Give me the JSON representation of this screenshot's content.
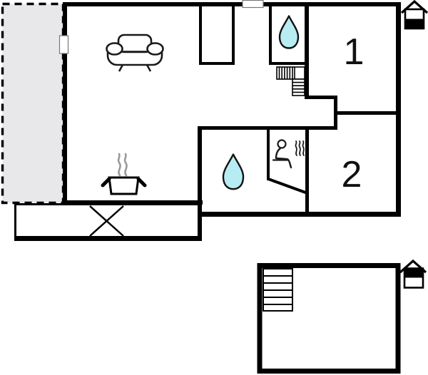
{
  "page": {
    "type": "floor-plan",
    "background": "#ffffff"
  },
  "colors": {
    "wall": "#000000",
    "terrace_fill": "#e8e8eb",
    "water_drop": "#b7edf2",
    "steam": "#9a9a9a",
    "marker_outline": "#777777"
  },
  "upper_plan": {
    "rooms": {
      "room1_label": "1",
      "room2_label": "2"
    },
    "icons": [
      "sofa-icon",
      "cooking-pot-icon",
      "steam-icon",
      "water-drop-icon",
      "water-drop-icon",
      "sauna-icon",
      "l-staircase-icon",
      "x-mark-icon",
      "window-marker",
      "door-marker",
      "house-level-icon"
    ],
    "level_indicator": "lower-level-highlighted"
  },
  "lower_plan": {
    "icons": [
      "staircase-icon",
      "house-level-icon"
    ],
    "level_indicator": "upper-level-highlighted"
  }
}
